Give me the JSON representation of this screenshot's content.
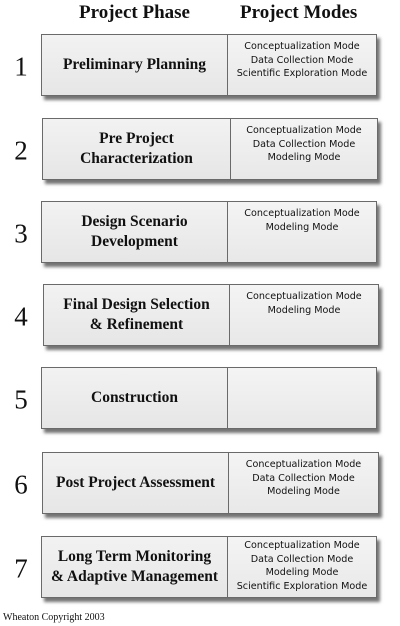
{
  "headers": {
    "phase": "Project Phase",
    "modes": "Project Modes"
  },
  "rows": [
    {
      "number": "1",
      "phase_lines": [
        "Preliminary Planning"
      ],
      "modes": [
        "Conceptualization Mode",
        "Data Collection Mode",
        "Scientific Exploration Mode"
      ]
    },
    {
      "number": "2",
      "phase_lines": [
        "Pre Project",
        "Characterization"
      ],
      "modes": [
        "Conceptualization Mode",
        "Data Collection Mode",
        "Modeling Mode"
      ]
    },
    {
      "number": "3",
      "phase_lines": [
        "Design Scenario",
        "Development"
      ],
      "modes": [
        "Conceptualization Mode",
        "Modeling Mode"
      ]
    },
    {
      "number": "4",
      "phase_lines": [
        "Final Design Selection",
        "& Refinement"
      ],
      "modes": [
        "Conceptualization Mode",
        "Modeling Mode"
      ]
    },
    {
      "number": "5",
      "phase_lines": [
        "Construction"
      ],
      "modes": []
    },
    {
      "number": "6",
      "phase_lines": [
        "Post Project Assessment"
      ],
      "modes": [
        "Conceptualization Mode",
        "Data Collection Mode",
        "Modeling Mode"
      ]
    },
    {
      "number": "7",
      "phase_lines": [
        "Long Term Monitoring",
        "& Adaptive Management"
      ],
      "modes": [
        "Conceptualization Mode",
        "Data Collection Mode",
        "Modeling Mode",
        "Scientific Exploration Mode"
      ]
    }
  ],
  "footer": "Wheaton Copyright 2003"
}
